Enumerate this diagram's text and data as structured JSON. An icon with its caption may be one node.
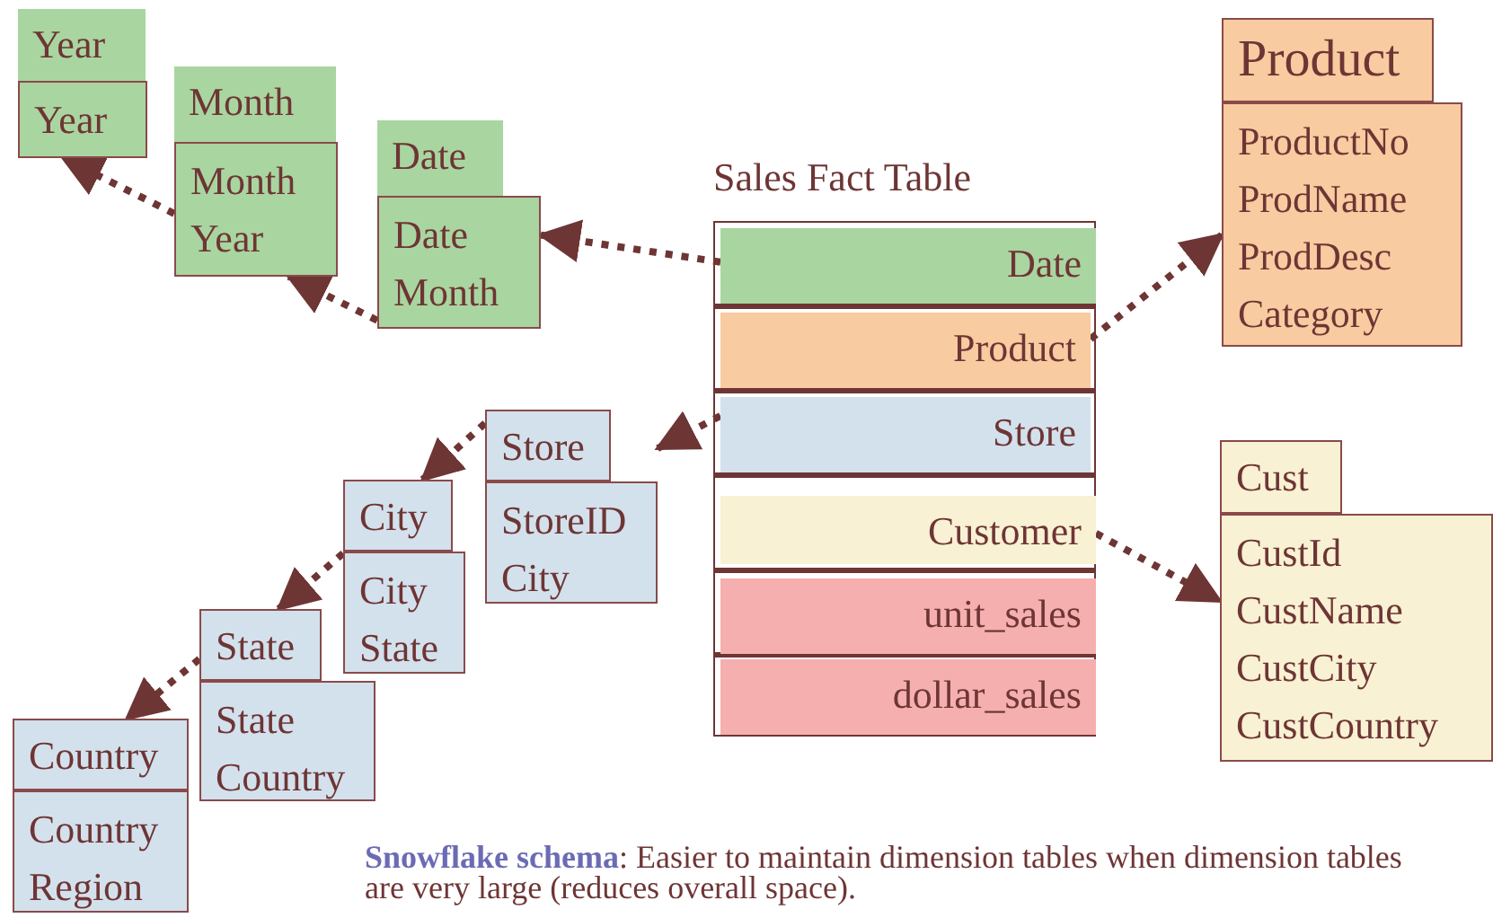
{
  "diagram": {
    "caption": "**Snowflake schema**: Easier to maintain dimension tables when dimension tables are very large (reduces overall space).",
    "nodes": [
      {
        "text": [
          "Year",
          "Year"
        ]
      },
      {
        "text": [
          "Month",
          "Month",
          "Year"
        ]
      },
      {
        "text": [
          "Date",
          "Date",
          "Month"
        ]
      },
      {
        "text": [
          "Sales Fact Table"
        ]
      },
      {
        "text": [
          "Date"
        ],
        "in": 3
      },
      {
        "text": [
          "Product"
        ],
        "in": 3
      },
      {
        "text": [
          "Store"
        ],
        "in": 3
      },
      {
        "text": [
          "Customer"
        ],
        "in": 3
      },
      {
        "text": [
          "unit_sales"
        ],
        "in": 3
      },
      {
        "text": [
          "dollar_sales"
        ],
        "in": 3
      },
      {
        "text": [
          "Product",
          "ProductNo",
          "ProdName",
          "ProdDesc",
          "Category"
        ]
      },
      {
        "text": [
          "Store",
          "StoreID",
          "City"
        ]
      },
      {
        "text": [
          "City",
          "City",
          "State"
        ]
      },
      {
        "text": [
          "State",
          "State",
          "Country"
        ]
      },
      {
        "text": [
          "Cust",
          "CustId",
          "CustName",
          "CustCity",
          "CustCountry"
        ]
      },
      {
        "text": [
          "Country",
          "Country",
          "Region"
        ]
      }
    ],
    "edges": [
      {
        "from": 4,
        "to": 2,
        "arrow": "to"
      },
      {
        "from": 2,
        "to": 1,
        "arrow": "to"
      },
      {
        "from": 1,
        "to": 0,
        "arrow": "to"
      },
      {
        "from": 5,
        "to": 10,
        "arrow": "to"
      },
      {
        "from": 6,
        "to": 11,
        "arrow": "to"
      },
      {
        "from": 11,
        "to": 12,
        "arrow": "to"
      },
      {
        "from": 12,
        "to": 13,
        "arrow": "to"
      },
      {
        "from": 13,
        "to": 15,
        "arrow": "to"
      },
      {
        "from": 7,
        "to": 14,
        "arrow": "to"
      }
    ]
  }
}
